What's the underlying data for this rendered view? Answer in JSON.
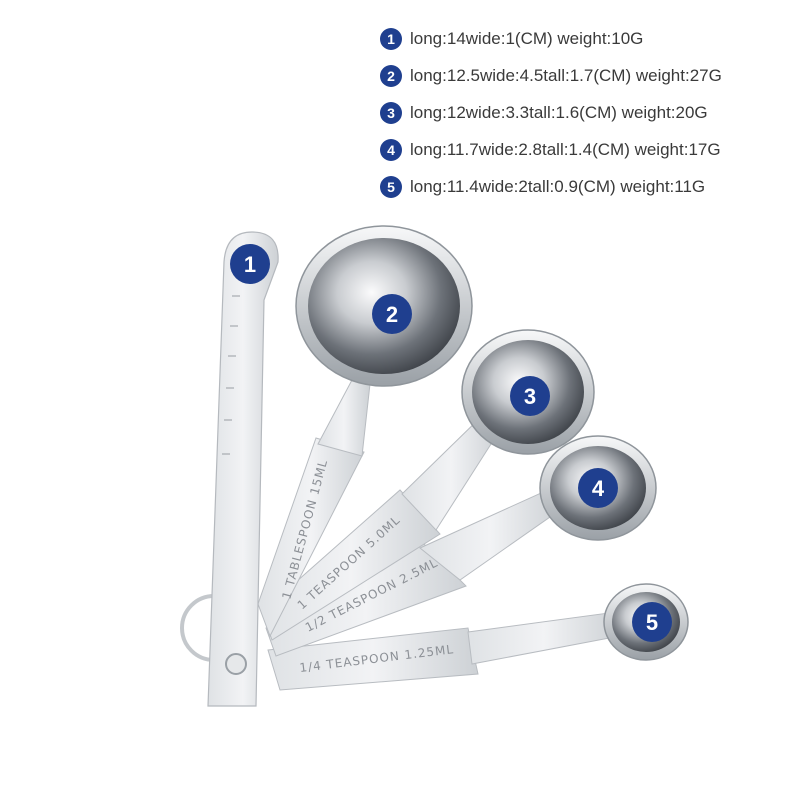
{
  "accent_color": "#1f3f8f",
  "specs": [
    {
      "number": "1",
      "text": "long:14wide:1(CM) weight:10G"
    },
    {
      "number": "2",
      "text": "long:12.5wide:4.5tall:1.7(CM) weight:27G"
    },
    {
      "number": "3",
      "text": "long:12wide:3.3tall:1.6(CM) weight:20G"
    },
    {
      "number": "4",
      "text": "long:11.7wide:2.8tall:1.4(CM) weight:17G"
    },
    {
      "number": "5",
      "text": "long:11.4wide:2tall:0.9(CM) weight:11G"
    }
  ],
  "spoons": [
    {
      "number": "1",
      "engraving": ""
    },
    {
      "number": "2",
      "engraving": "1 TABLESPOON 15ML"
    },
    {
      "number": "3",
      "engraving": "1 TEASPOON 5.0ML"
    },
    {
      "number": "4",
      "engraving": "1/2 TEASPOON 2.5ML"
    },
    {
      "number": "5",
      "engraving": "1/4 TEASPOON 1.25ML"
    }
  ]
}
